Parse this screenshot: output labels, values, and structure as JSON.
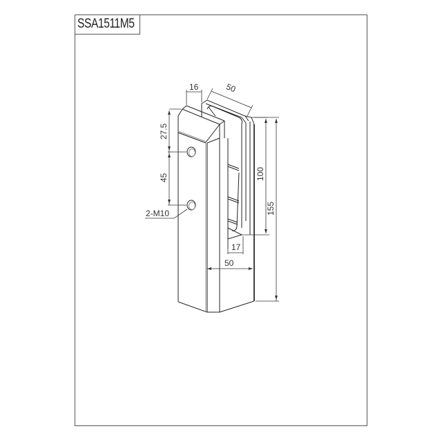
{
  "drawing": {
    "title": "SSA1511M5",
    "dimensions": {
      "top_width_small": "16",
      "top_depth": "50",
      "top_offset": "27.5",
      "hole_spacing": "45",
      "hole_callout": "2-M10",
      "slot_height": "100",
      "total_height": "155",
      "slot_width": "17",
      "base_width": "50"
    },
    "colors": {
      "line": "#222222",
      "frame": "#555555",
      "background": "#ffffff"
    }
  }
}
